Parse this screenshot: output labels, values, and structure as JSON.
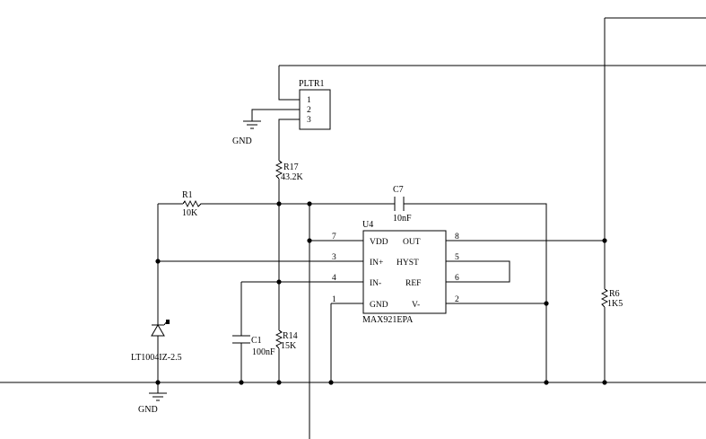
{
  "labels": {
    "pltr1": "PLTR1",
    "pltr1_pins": [
      "1",
      "2",
      "3"
    ],
    "gnd_top": "GND",
    "gnd_bottom": "GND",
    "r17_ref": "R17",
    "r17_val": "43.2K",
    "r1_ref": "R1",
    "r1_val": "10K",
    "c7_ref": "C7",
    "c7_val": "10nF",
    "u4_ref": "U4",
    "u4_part": "MAX921EPA",
    "c1_ref": "C1",
    "c1_val": "100nF",
    "r14_ref": "R14",
    "r14_val": "15K",
    "r6_ref": "R6",
    "r6_val": "1K5",
    "zener_part": "LT1004IZ-2.5"
  },
  "u4_pins": {
    "vdd": "VDD",
    "vdd_num": "7",
    "out": "OUT",
    "out_num": "8",
    "inp": "IN+",
    "inp_num": "3",
    "hyst": "HYST",
    "hyst_num": "5",
    "inm": "IN-",
    "inm_num": "4",
    "ref": "REF",
    "ref_num": "6",
    "gnd": "GND",
    "gnd_num": "1",
    "vminus": "V-",
    "vminus_num": "2"
  }
}
